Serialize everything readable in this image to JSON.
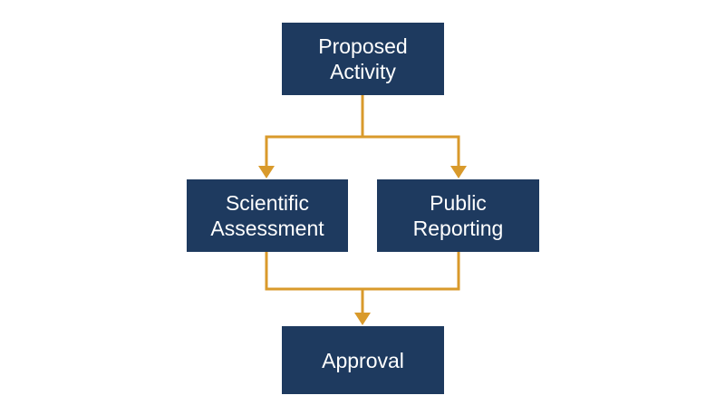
{
  "diagram": {
    "colors": {
      "box": "#1e3a5f",
      "text": "#ffffff",
      "connector": "#d99a2b",
      "background": "#ffffff"
    },
    "nodes": {
      "proposed": {
        "line1": "Proposed",
        "line2": "Activity"
      },
      "scientific": {
        "line1": "Scientific",
        "line2": "Assessment"
      },
      "public": {
        "line1": "Public",
        "line2": "Reporting"
      },
      "approval": {
        "line1": "Approval"
      }
    },
    "edges": [
      {
        "from": "proposed",
        "to": "scientific"
      },
      {
        "from": "proposed",
        "to": "public"
      },
      {
        "from": "scientific",
        "to": "approval"
      },
      {
        "from": "public",
        "to": "approval"
      }
    ]
  }
}
